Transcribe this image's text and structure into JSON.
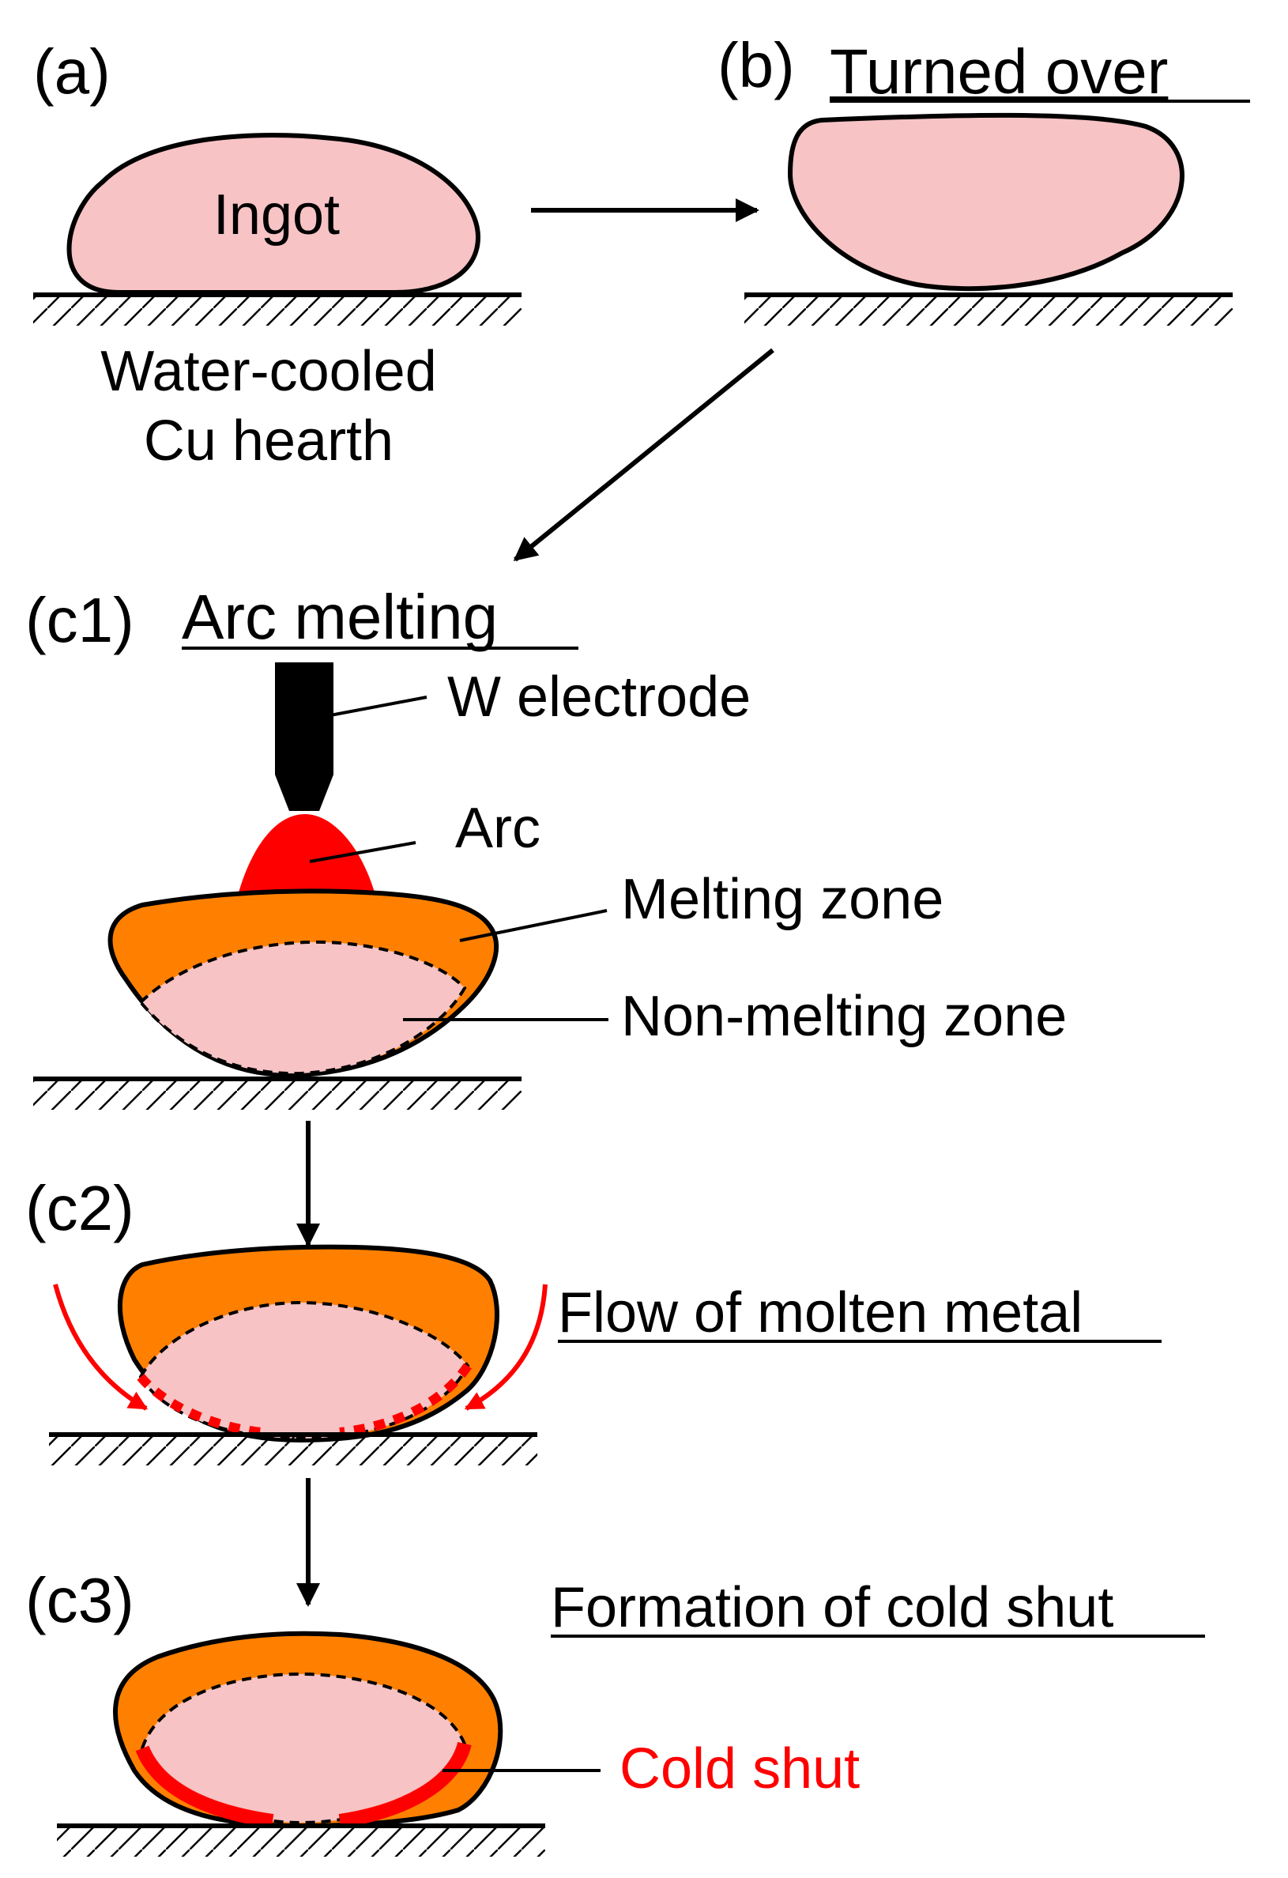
{
  "panels": {
    "a": {
      "tag": "(a)",
      "ingot_label": "Ingot",
      "hearth_label_line1": "Water-cooled",
      "hearth_label_line2": "Cu hearth"
    },
    "b": {
      "tag": "(b)",
      "title": "Turned over"
    },
    "c1": {
      "tag": "(c1)",
      "title": "Arc melting",
      "electrode_label": "W electrode",
      "arc_label": "Arc",
      "melting_zone_label": "Melting zone",
      "non_melting_zone_label": "Non-melting zone"
    },
    "c2": {
      "tag": "(c2)",
      "title": "Flow of molten metal"
    },
    "c3": {
      "tag": "(c3)",
      "title": "Formation of cold shut",
      "cold_shut_label": "Cold shut"
    }
  },
  "colors": {
    "ingot": "#f7c3c4",
    "melting_zone": "#ff8000",
    "arc": "#ff0000",
    "flow": "#ff0000",
    "cold_shut": "#ff0000",
    "line": "#000000"
  }
}
